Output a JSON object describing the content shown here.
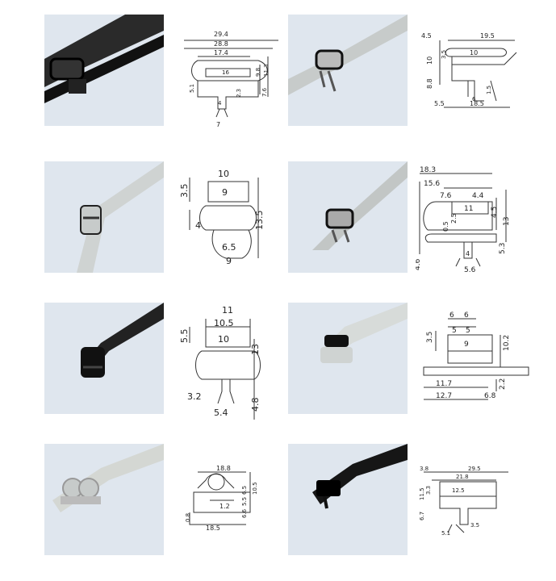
{
  "profiles": [
    {
      "id": "p1",
      "color": "#1f1f1f",
      "labels": {
        "a": "29.4",
        "b": "28.8",
        "c": "17.4",
        "d": "16",
        "e": "5.1",
        "f": "9.8",
        "g": "11.3",
        "h": "7.6",
        "i": "2.3",
        "j": "4",
        "k": "7"
      }
    },
    {
      "id": "p2",
      "color": "#c9ccca",
      "labels": {
        "a": "4.5",
        "b": "19.5",
        "c": "10",
        "d": "3.5",
        "e": "10",
        "f": "8.8",
        "g": "6",
        "h": "1.5",
        "i": "5.5",
        "j": "18.5"
      }
    },
    {
      "id": "p3",
      "color": "#cfd3d2",
      "labels": {
        "a": "10",
        "b": "9",
        "c": "3.5",
        "d": "13.5",
        "e": "4",
        "f": "6.5",
        "g": "9"
      }
    },
    {
      "id": "p4",
      "color": "#c2c6c5",
      "labels": {
        "a": "18.3",
        "b": "15.6",
        "c": "7.6",
        "d": "4.4",
        "e": "11",
        "f": "4.5",
        "g": "13",
        "h": "0.5",
        "i": "2.5",
        "j": "5.3",
        "k": "4.6",
        "l": "4",
        "m": "5.6"
      }
    },
    {
      "id": "p5",
      "color": "#1b1b1b",
      "labels": {
        "a": "11",
        "b": "10.5",
        "c": "10",
        "d": "5.5",
        "e": "13",
        "f": "3.2",
        "g": "4.8",
        "h": "5.4"
      }
    },
    {
      "id": "p6",
      "color": "#d7dbd9",
      "labels": {
        "a": "6",
        "b": "6",
        "c": "5",
        "d": "5",
        "e": "3.5",
        "f": "9",
        "g": "10.2",
        "h": "11.7",
        "i": "2.2",
        "j": "12.7",
        "k": "6.8"
      }
    },
    {
      "id": "p7",
      "color": "#d4d7d3",
      "labels": {
        "a": "18.8",
        "b": "6.5",
        "c": "10.5",
        "d": "5.5",
        "e": "1.2",
        "f": "6.6",
        "g": "0.8",
        "h": "18.5"
      }
    },
    {
      "id": "p8",
      "color": "#161616",
      "labels": {
        "a": "3.8",
        "b": "29.5",
        "c": "21.8",
        "d": "3.3",
        "e": "12.5",
        "f": "11.5",
        "g": "6.7",
        "h": "3.5",
        "i": "5.1"
      }
    }
  ]
}
